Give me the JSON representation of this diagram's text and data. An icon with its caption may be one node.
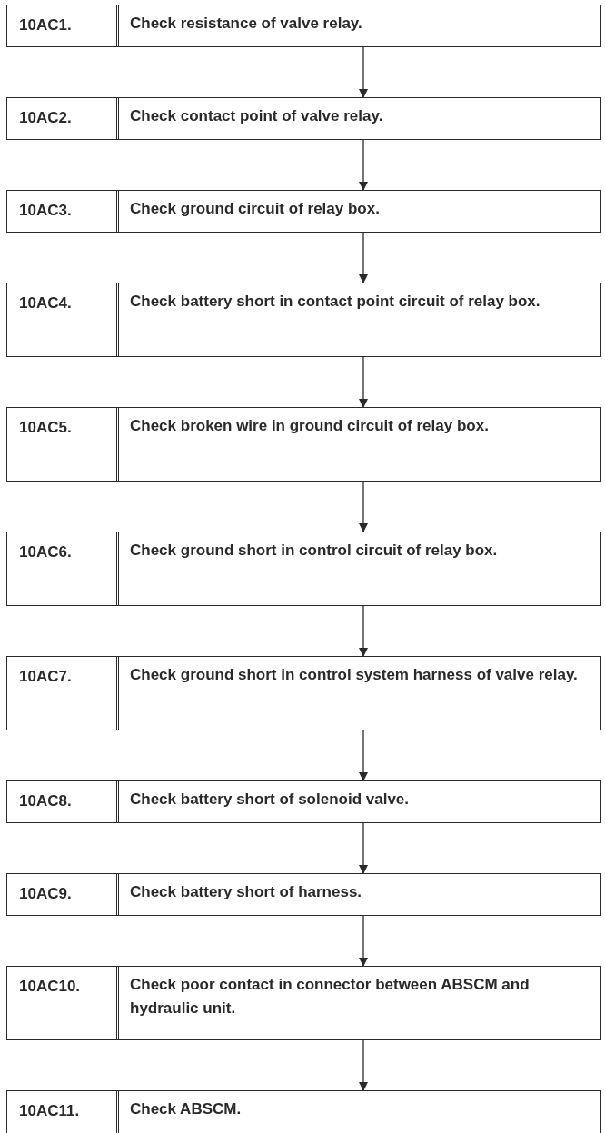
{
  "diagram": {
    "nodes": [
      {
        "text": [
          "10AC1.",
          "Check resistance of valve relay."
        ]
      },
      {
        "text": [
          "10AC2.",
          "Check contact point of valve relay."
        ]
      },
      {
        "text": [
          "10AC3.",
          "Check ground circuit of relay box."
        ]
      },
      {
        "text": [
          "10AC4.",
          "Check battery short in contact point circuit of relay box."
        ]
      },
      {
        "text": [
          "10AC5.",
          "Check broken wire in ground circuit of relay box."
        ]
      },
      {
        "text": [
          "10AC6.",
          "Check ground short in control circuit of relay box."
        ]
      },
      {
        "text": [
          "10AC7.",
          "Check ground short in control system harness of valve relay."
        ]
      },
      {
        "text": [
          "10AC8.",
          "Check battery short of solenoid valve."
        ]
      },
      {
        "text": [
          "10AC9.",
          "Check battery short of harness."
        ]
      },
      {
        "text": [
          "10AC10.",
          "Check poor contact in connector between ABSCM and hydraulic unit."
        ]
      },
      {
        "text": [
          "10AC11.",
          "Check ABSCM."
        ]
      }
    ],
    "edges": [
      {
        "from": 0,
        "to": 1,
        "arrow": "to"
      },
      {
        "from": 1,
        "to": 2,
        "arrow": "to"
      },
      {
        "from": 2,
        "to": 3,
        "arrow": "to"
      },
      {
        "from": 3,
        "to": 4,
        "arrow": "to"
      },
      {
        "from": 4,
        "to": 5,
        "arrow": "to"
      },
      {
        "from": 5,
        "to": 6,
        "arrow": "to"
      },
      {
        "from": 6,
        "to": 7,
        "arrow": "to"
      },
      {
        "from": 7,
        "to": 8,
        "arrow": "to"
      },
      {
        "from": 8,
        "to": 9,
        "arrow": "to"
      },
      {
        "from": 9,
        "to": 10,
        "arrow": "to"
      }
    ]
  }
}
